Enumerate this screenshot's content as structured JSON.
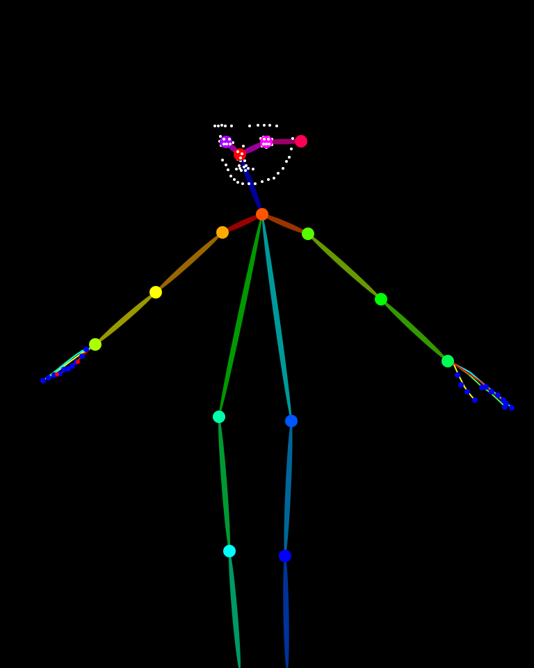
{
  "canvas": {
    "background": "#000000"
  },
  "colors": {
    "face": "#ffffff",
    "hand_tip": "#0000ff",
    "hand_red": "#ff0000",
    "hand_yellow": "#ffff00",
    "hand_green": "#44ff44",
    "hand_cyan": "#00ffff"
  },
  "skeleton_keypoints": [
    {
      "id": "nose",
      "color": "#ff0000"
    },
    {
      "id": "neck",
      "color": "#ff5500"
    },
    {
      "id": "right-shoulder",
      "color": "#ffaa00"
    },
    {
      "id": "right-elbow",
      "color": "#ffff00"
    },
    {
      "id": "right-wrist",
      "color": "#aaff00"
    },
    {
      "id": "left-shoulder",
      "color": "#55ff00"
    },
    {
      "id": "left-elbow",
      "color": "#00ff00"
    },
    {
      "id": "left-wrist",
      "color": "#00ff55"
    },
    {
      "id": "right-hip",
      "color": "#00ffaa"
    },
    {
      "id": "right-knee",
      "color": "#00ffff"
    },
    {
      "id": "left-hip",
      "color": "#0055ff"
    },
    {
      "id": "left-knee",
      "color": "#0000ff"
    },
    {
      "id": "right-eye",
      "color": "#aa00ff"
    },
    {
      "id": "left-eye",
      "color": "#ff00ff"
    },
    {
      "id": "left-ear",
      "color": "#ff0055"
    }
  ],
  "skeleton_limbs": [
    {
      "id": "neck-nose",
      "color": "#000099"
    },
    {
      "id": "nose-right-eye",
      "color": "#990099"
    },
    {
      "id": "nose-left-eye",
      "color": "#990099"
    },
    {
      "id": "left-eye-left-ear",
      "color": "#990066"
    },
    {
      "id": "neck-right-shoulder",
      "color": "#990000"
    },
    {
      "id": "neck-left-shoulder",
      "color": "#993300"
    },
    {
      "id": "right-upper-arm",
      "color": "#996600"
    },
    {
      "id": "right-forearm",
      "color": "#999900"
    },
    {
      "id": "left-upper-arm",
      "color": "#669900"
    },
    {
      "id": "left-forearm",
      "color": "#339900"
    },
    {
      "id": "neck-right-hip",
      "color": "#009900"
    },
    {
      "id": "right-thigh",
      "color": "#009933"
    },
    {
      "id": "right-shin",
      "color": "#009966"
    },
    {
      "id": "neck-left-hip",
      "color": "#009999"
    },
    {
      "id": "left-thigh",
      "color": "#006699"
    },
    {
      "id": "left-shin",
      "color": "#003399"
    }
  ]
}
